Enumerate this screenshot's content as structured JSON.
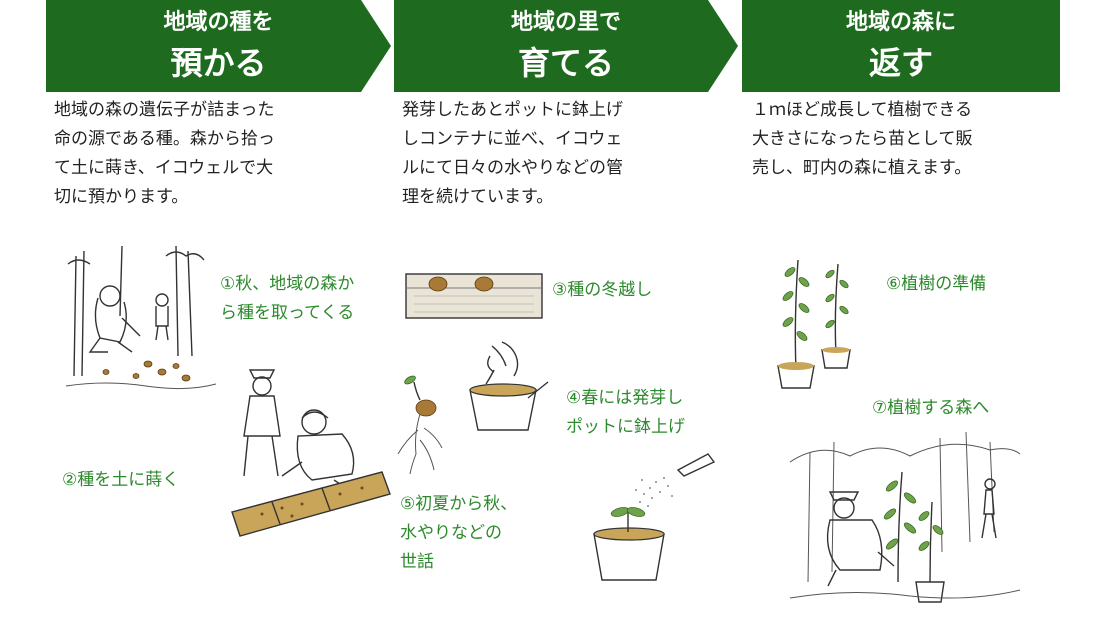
{
  "columns": [
    {
      "title_line1": "地域の種を",
      "title_line2": "預かる",
      "description": "地域の森の遺伝子が詰まった\n命の源である種。森から拾っ\nて土に蒔き、イコウェルで大\n切に預かります。",
      "steps": [
        {
          "label": "①秋、地域の森か\nら種を取ってくる"
        },
        {
          "label": "②種を土に蒔く"
        }
      ]
    },
    {
      "title_line1": "地域の里で",
      "title_line2": "育てる",
      "description": "発芽したあとポットに鉢上げ\nしコンテナに並べ、イコウェ\nルにて日々の水やりなどの管\n理を続けています。",
      "steps": [
        {
          "label": "③種の冬越し"
        },
        {
          "label": "④春には発芽し\nポットに鉢上げ"
        },
        {
          "label": "⑤初夏から秋、\n水やりなどの\n世話"
        }
      ]
    },
    {
      "title_line1": "地域の森に",
      "title_line2": "返す",
      "description": "１ｍほど成長して植樹できる\n大きさになったら苗として販\n売し、町内の森に植えます。",
      "steps": [
        {
          "label": "⑥植樹の準備"
        },
        {
          "label": "⑦植樹する森へ"
        }
      ]
    }
  ],
  "colors": {
    "banner": "#1e6a1e",
    "step_text": "#2c8a2c"
  }
}
